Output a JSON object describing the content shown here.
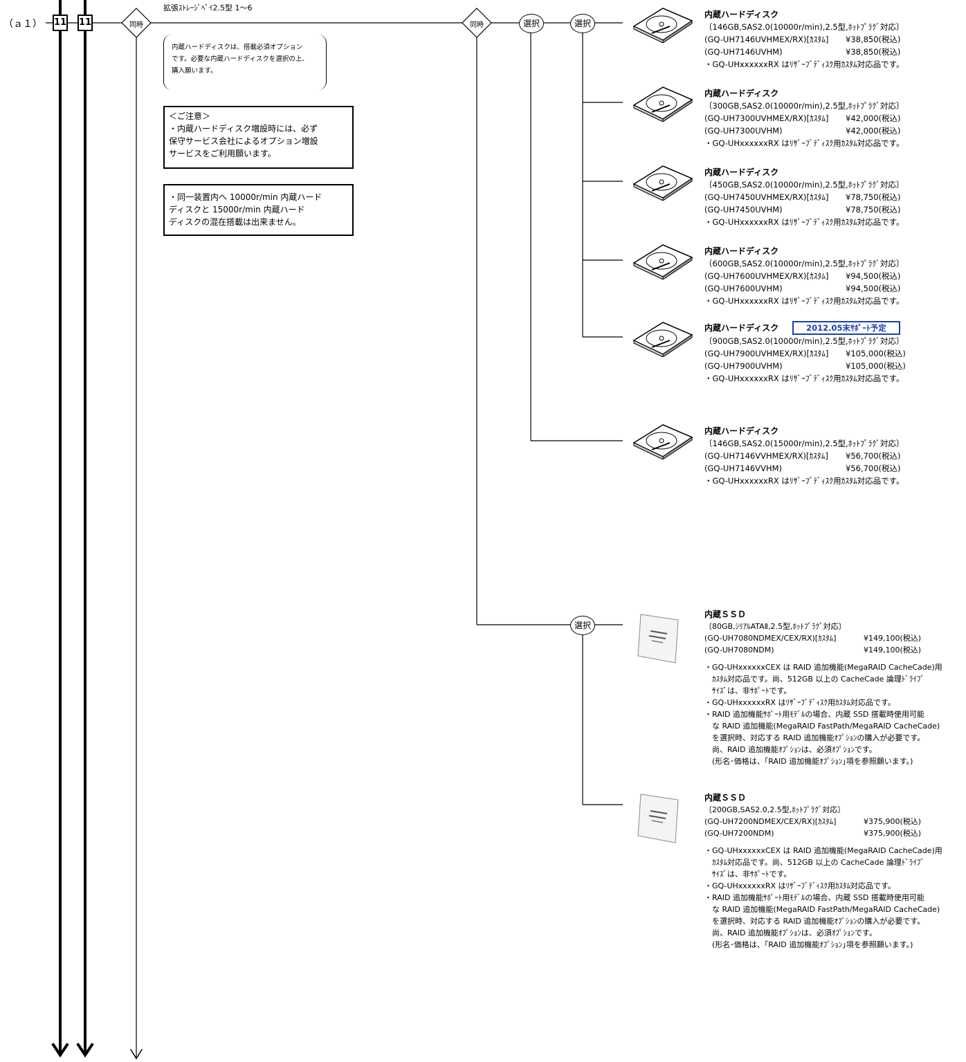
{
  "header": {
    "row_label": "（ａ１）",
    "box_a": "11",
    "box_b": "11",
    "bay_label": "拡張ｽﾄﾚｰｼﾞﾍﾞｲ2.5型 1～6",
    "diamond_left": "同時",
    "diamond_right": "同時",
    "select_1": "選択",
    "select_2": "選択",
    "select_3": "選択"
  },
  "notes": {
    "required": [
      "内蔵ハードディスクは、搭載必須オプション",
      "です。必要な内蔵ハードディスクを選択の上、",
      "購入願います。"
    ],
    "caution": [
      "＜ご注意＞",
      "・内蔵ハードディスク増設時には、必ず",
      "保守サービス会社によるオプション増設",
      "サービスをご利用願います。"
    ],
    "mixing": [
      "・同一装置内へ 10000r/min 内蔵ハード",
      "ディスクと 15000r/min 内蔵ハード",
      "ディスクの混在搭載は出来ません。"
    ]
  },
  "hdd_items": [
    {
      "title": "内蔵ハードディスク",
      "spec": "〔146GB,SAS2.0(10000r/min),2.5型,ﾎｯﾄﾌﾟﾗｸﾞ対応〕",
      "m1": "(GQ-UH7146UVHMEX/RX)[ｶｽﾀﾑ]",
      "p1": "¥38,850(税込)",
      "m2": "(GQ-UH7146UVHM)",
      "p2": "¥38,850(税込)",
      "note": "・GQ-UHxxxxxxRX はﾘｻﾞｰﾌﾞﾃﾞｨｽｸ用ｶｽﾀﾑ対応品です。",
      "badge": ""
    },
    {
      "title": "内蔵ハードディスク",
      "spec": "〔300GB,SAS2.0(10000r/min),2.5型,ﾎｯﾄﾌﾟﾗｸﾞ対応〕",
      "m1": "(GQ-UH7300UVHMEX/RX)[ｶｽﾀﾑ]",
      "p1": "¥42,000(税込)",
      "m2": "(GQ-UH7300UVHM)",
      "p2": "¥42,000(税込)",
      "note": "・GQ-UHxxxxxxRX はﾘｻﾞｰﾌﾞﾃﾞｨｽｸ用ｶｽﾀﾑ対応品です。",
      "badge": ""
    },
    {
      "title": "内蔵ハードディスク",
      "spec": "〔450GB,SAS2.0(10000r/min),2.5型,ﾎｯﾄﾌﾟﾗｸﾞ対応〕",
      "m1": "(GQ-UH7450UVHMEX/RX)[ｶｽﾀﾑ]",
      "p1": "¥78,750(税込)",
      "m2": "(GQ-UH7450UVHM)",
      "p2": "¥78,750(税込)",
      "note": "・GQ-UHxxxxxxRX はﾘｻﾞｰﾌﾞﾃﾞｨｽｸ用ｶｽﾀﾑ対応品です。",
      "badge": ""
    },
    {
      "title": "内蔵ハードディスク",
      "spec": "〔600GB,SAS2.0(10000r/min),2.5型,ﾎｯﾄﾌﾟﾗｸﾞ対応〕",
      "m1": "(GQ-UH7600UVHMEX/RX)[ｶｽﾀﾑ]",
      "p1": "¥94,500(税込)",
      "m2": "(GQ-UH7600UVHM)",
      "p2": "¥94,500(税込)",
      "note": "・GQ-UHxxxxxxRX はﾘｻﾞｰﾌﾞﾃﾞｨｽｸ用ｶｽﾀﾑ対応品です。",
      "badge": ""
    },
    {
      "title": "内蔵ハードディスク",
      "spec": "〔900GB,SAS2.0(10000r/min),2.5型,ﾎｯﾄﾌﾟﾗｸﾞ対応〕",
      "m1": "(GQ-UH7900UVHMEX/RX)[ｶｽﾀﾑ]",
      "p1": "¥105,000(税込)",
      "m2": "(GQ-UH7900UVHM)",
      "p2": "¥105,000(税込)",
      "note": "・GQ-UHxxxxxxRX はﾘｻﾞｰﾌﾞﾃﾞｨｽｸ用ｶｽﾀﾑ対応品です。",
      "badge": "2012.05末ｻﾎﾟｰﾄ予定"
    },
    {
      "title": "内蔵ハードディスク",
      "spec": "〔146GB,SAS2.0(15000r/min),2.5型,ﾎｯﾄﾌﾟﾗｸﾞ対応〕",
      "m1": "(GQ-UH7146VVHMEX/RX)[ｶｽﾀﾑ]",
      "p1": "¥56,700(税込)",
      "m2": "(GQ-UH7146VVHM)",
      "p2": "¥56,700(税込)",
      "note": "・GQ-UHxxxxxxRX はﾘｻﾞｰﾌﾞﾃﾞｨｽｸ用ｶｽﾀﾑ対応品です。",
      "badge": ""
    }
  ],
  "ssd_items": [
    {
      "title": "内蔵ＳＳＤ",
      "spec": "〔80GB,ｼﾘｱﾙATAⅡ,2.5型,ﾎｯﾄﾌﾟﾗｸﾞ対応〕",
      "m1": "(GQ-UH7080NDMEX/CEX/RX)[ｶｽﾀﾑ]",
      "p1": "¥149,100(税込)",
      "m2": "(GQ-UH7080NDM)",
      "p2": "¥149,100(税込)",
      "notes": [
        "・GQ-UHxxxxxxCEX は RAID 追加機能(MegaRAID CacheCade)用",
        "　ｶｽﾀﾑ対応品です。尚、512GB 以上の CacheCade 論理ﾄﾞﾗｲﾌﾞ",
        "　ｻｲｽﾞは、非ｻﾎﾟｰﾄです。",
        "・GQ-UHxxxxxxRX はﾘｻﾞｰﾌﾞﾃﾞｨｽｸ用ｶｽﾀﾑ対応品です。",
        "・RAID 追加機能ｻﾎﾟｰﾄ用ﾓﾃﾞﾙの場合、内蔵 SSD 搭載時使用可能",
        "　な RAID 追加機能(MegaRAID FastPath/MegaRAID CacheCade)",
        "　を選択時、対応する RAID 追加機能ｵﾌﾟｼｮﾝの購入が必要です。",
        "　尚、RAID 追加機能ｵﾌﾟｼｮﾝは、必須ｵﾌﾟｼｮﾝです。",
        "　(形名･価格は、｢RAID 追加機能ｵﾌﾟｼｮﾝ｣項を参照願います。)"
      ]
    },
    {
      "title": "内蔵ＳＳＤ",
      "spec": "〔200GB,SAS2.0,2.5型,ﾎｯﾄﾌﾟﾗｸﾞ対応〕",
      "m1": "(GQ-UH7200NDMEX/CEX/RX)[ｶｽﾀﾑ]",
      "p1": "¥375,900(税込)",
      "m2": "(GQ-UH7200NDM)",
      "p2": "¥375,900(税込)",
      "notes": [
        "・GQ-UHxxxxxxCEX は RAID 追加機能(MegaRAID CacheCade)用",
        "　ｶｽﾀﾑ対応品です。尚、512GB 以上の CacheCade 論理ﾄﾞﾗｲﾌﾞ",
        "　ｻｲｽﾞは、非ｻﾎﾟｰﾄです。",
        "・GQ-UHxxxxxxRX はﾘｻﾞｰﾌﾞﾃﾞｨｽｸ用ｶｽﾀﾑ対応品です。",
        "・RAID 追加機能ｻﾎﾟｰﾄ用ﾓﾃﾞﾙの場合、内蔵 SSD 搭載時使用可能",
        "　な RAID 追加機能(MegaRAID FastPath/MegaRAID CacheCade)",
        "　を選択時、対応する RAID 追加機能ｵﾌﾟｼｮﾝの購入が必要です。",
        "　尚、RAID 追加機能ｵﾌﾟｼｮﾝは、必須ｵﾌﾟｼｮﾝです。",
        "　(形名･価格は、｢RAID 追加機能ｵﾌﾟｼｮﾝ｣項を参照願います。)"
      ]
    }
  ]
}
